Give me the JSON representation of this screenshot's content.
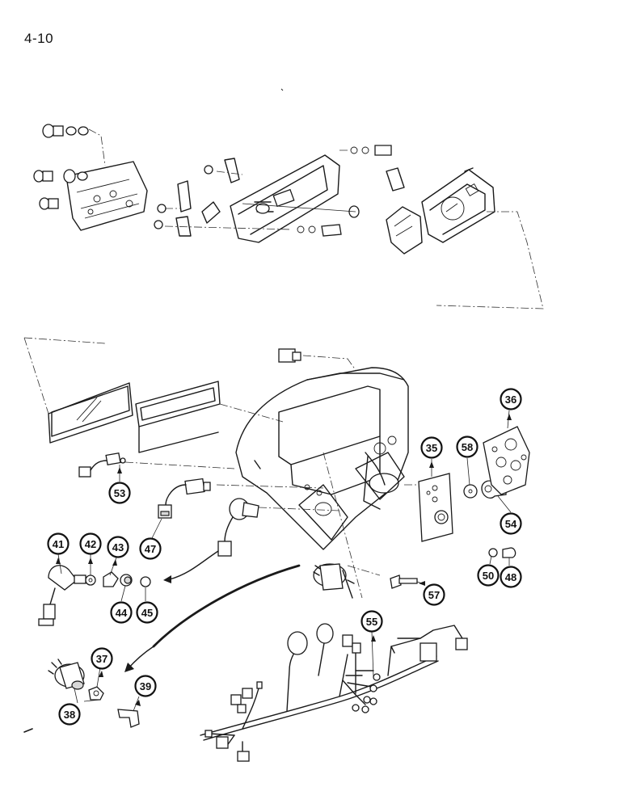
{
  "page_number": "4-10",
  "callouts": [
    "53",
    "47",
    "41",
    "42",
    "43",
    "44",
    "45",
    "35",
    "58",
    "36",
    "54",
    "50",
    "48",
    "57",
    "55",
    "37",
    "38",
    "39"
  ]
}
